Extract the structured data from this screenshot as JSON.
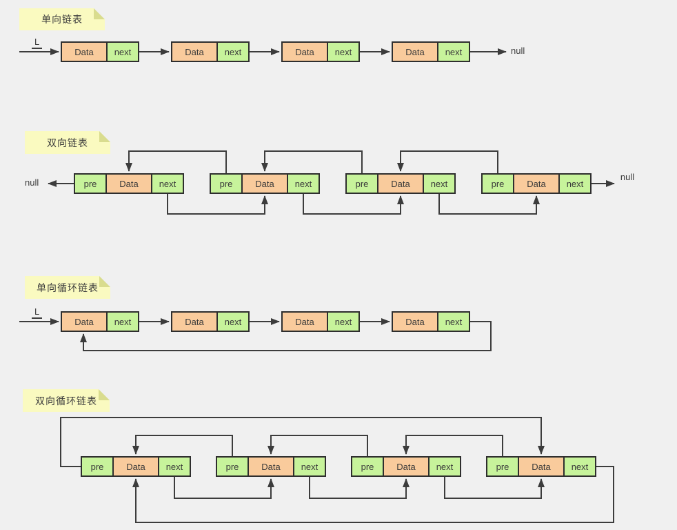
{
  "colors": {
    "background": "#f0f0f0",
    "note_bg": "#fafac0",
    "note_fold": "#d9dc8e",
    "cell_data_fill": "#f9cb9c",
    "cell_pointer_fill": "#c7f39b",
    "border": "#2e2e2e",
    "line": "#3c3c3c",
    "text": "#3a3a3a"
  },
  "labels": {
    "data": "Data",
    "next": "next",
    "pre": "pre",
    "null_text": "null",
    "head": "L"
  },
  "diagrams": [
    {
      "title": "单向链表",
      "node_count": 4,
      "cells": [
        "Data",
        "next"
      ],
      "head_label": "L",
      "tail_label": "null"
    },
    {
      "title": "双向链表",
      "node_count": 4,
      "cells": [
        "pre",
        "Data",
        "next"
      ],
      "head_label": "null",
      "tail_label": "null"
    },
    {
      "title": "单向循环链表",
      "node_count": 4,
      "cells": [
        "Data",
        "next"
      ],
      "head_label": "L"
    },
    {
      "title": "双向循环链表",
      "node_count": 4,
      "cells": [
        "pre",
        "Data",
        "next"
      ]
    }
  ]
}
